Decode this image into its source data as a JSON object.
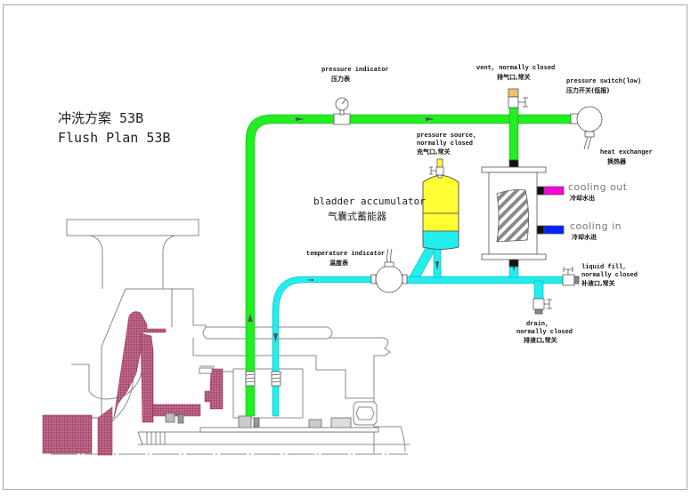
{
  "title": {
    "cn": "冲洗方案   53B",
    "en": "Flush Plan 53B"
  },
  "colors": {
    "flush_line_green": "#22ee22",
    "return_line_cyan": "#22eeee",
    "bladder_yellow": "#ffff33",
    "cooling_out_magenta": "#ff00dd",
    "cooling_in_blue": "#0022ff",
    "pump_casing_hatch": "#b04a70",
    "vent_cap_orange": "#f0c070",
    "outline_gray": "#888888"
  },
  "labels": {
    "pressure_indicator": {
      "en": "pressure indicator",
      "cn": "压力表"
    },
    "vent": {
      "en": "vent, normally closed",
      "cn": "排气口,常关"
    },
    "pressure_switch": {
      "en": "pressure switch(low)",
      "cn": "压力开关(低报)"
    },
    "pressure_source": {
      "en1": "pressure source,",
      "en2": "normally closed",
      "cn": "充气口,常关"
    },
    "heat_exchanger": {
      "en": "heat exchanger",
      "cn": "换热器"
    },
    "bladder_accumulator": {
      "en": "bladder accumulator",
      "cn": "气囊式蓄能器"
    },
    "cooling_out": {
      "en": "cooling out",
      "cn": "冷却水出"
    },
    "cooling_in": {
      "en": "cooling in",
      "cn": "冷却水进"
    },
    "temperature_indicator": {
      "en": "temperature indicator",
      "cn": "温度表"
    },
    "liquid_fill": {
      "en1": "liquid fill,",
      "en2": "normally closed",
      "cn": "补液口,常关"
    },
    "drain": {
      "en1": "drain,",
      "en2": "normally closed",
      "cn": "排液口,常关"
    }
  },
  "icons": {
    "pressure_gauge": "pressure-gauge-icon",
    "pressure_switch": "pressure-switch-icon",
    "temperature_indicator": "temperature-indicator-icon",
    "valve": "valve-icon",
    "flow_arrow": "flow-arrow-icon"
  }
}
